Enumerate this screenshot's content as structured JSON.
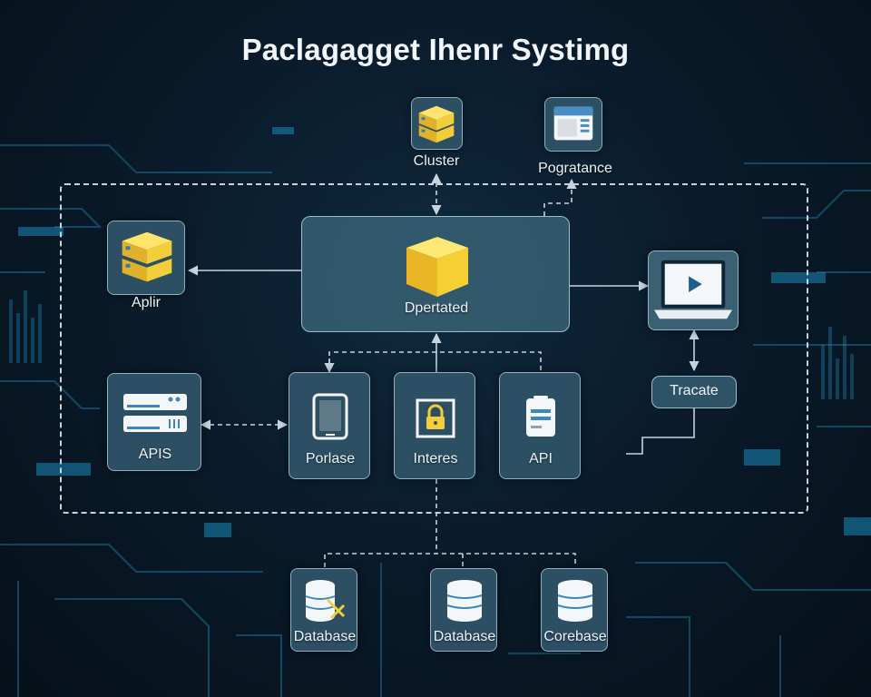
{
  "title": "Paclagagget Ihenr Systimg",
  "nodes": {
    "cluster": {
      "label": "Cluster",
      "icon": "stacked-cubes-icon"
    },
    "pogratance": {
      "label": "Pogratance",
      "icon": "server-drive-icon"
    },
    "aplir": {
      "label": "Aplir",
      "icon": "stacked-cubes-icon"
    },
    "dpertated": {
      "label": "Dpertated",
      "icon": "cube-icon"
    },
    "monitor": {
      "label": "",
      "icon": "laptop-play-icon"
    },
    "tracate": {
      "label": "Tracate"
    },
    "apis": {
      "label": "APIS",
      "icon": "server-rack-icon"
    },
    "porlase": {
      "label": "Porlase",
      "icon": "tablet-icon"
    },
    "interes": {
      "label": "Interes",
      "icon": "lock-icon"
    },
    "api": {
      "label": "API",
      "icon": "document-icon"
    },
    "database1": {
      "label": "Database",
      "icon": "database-icon"
    },
    "database2": {
      "label": "Database",
      "icon": "database-icon"
    },
    "corebase": {
      "label": "Corebase",
      "icon": "database-icon"
    }
  },
  "colors": {
    "background": "#0a1b2b",
    "tile": "#2c4f63",
    "panel": "#345c70",
    "accent_yellow": "#f2cf3a",
    "line": "#c7d3dd",
    "glow": "#1f8fbf"
  }
}
